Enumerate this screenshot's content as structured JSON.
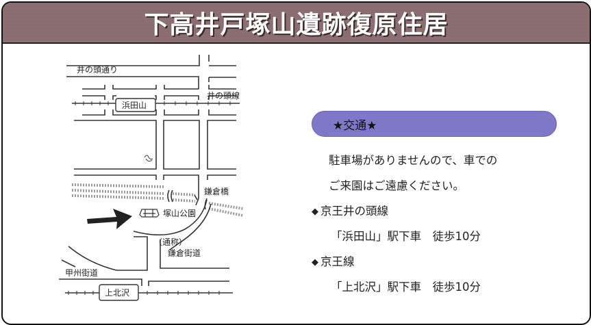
{
  "header": {
    "title": "下高井戸塚山遺跡復原住居"
  },
  "map": {
    "labels": {
      "inokashira_dori": "井の頭通り",
      "inokashira_line": "井の頭線",
      "hamadayama": "浜田山",
      "kamakurabashi": "鎌倉橋",
      "tsukayama_park": "塚山公園",
      "tsusho": "（通称）",
      "kamakura_kaido": "鎌倉街道",
      "koshu_kaido": "甲州街道",
      "kamikitazawa": "上北沢"
    }
  },
  "access": {
    "heading": "★交通★",
    "note_line1": "駐車場がありませんので、車での",
    "note_line2": "ご来園はご遠慮ください。",
    "routes": [
      {
        "marker": "◆",
        "line": "京王井の頭線",
        "detail": "「浜田山」駅下車　徒歩10分"
      },
      {
        "marker": "◆",
        "line": "京王線",
        "detail": "「上北沢」駅下車　徒歩10分"
      }
    ]
  },
  "colors": {
    "header": "#8b6f72",
    "pill": "#7f78c8"
  }
}
